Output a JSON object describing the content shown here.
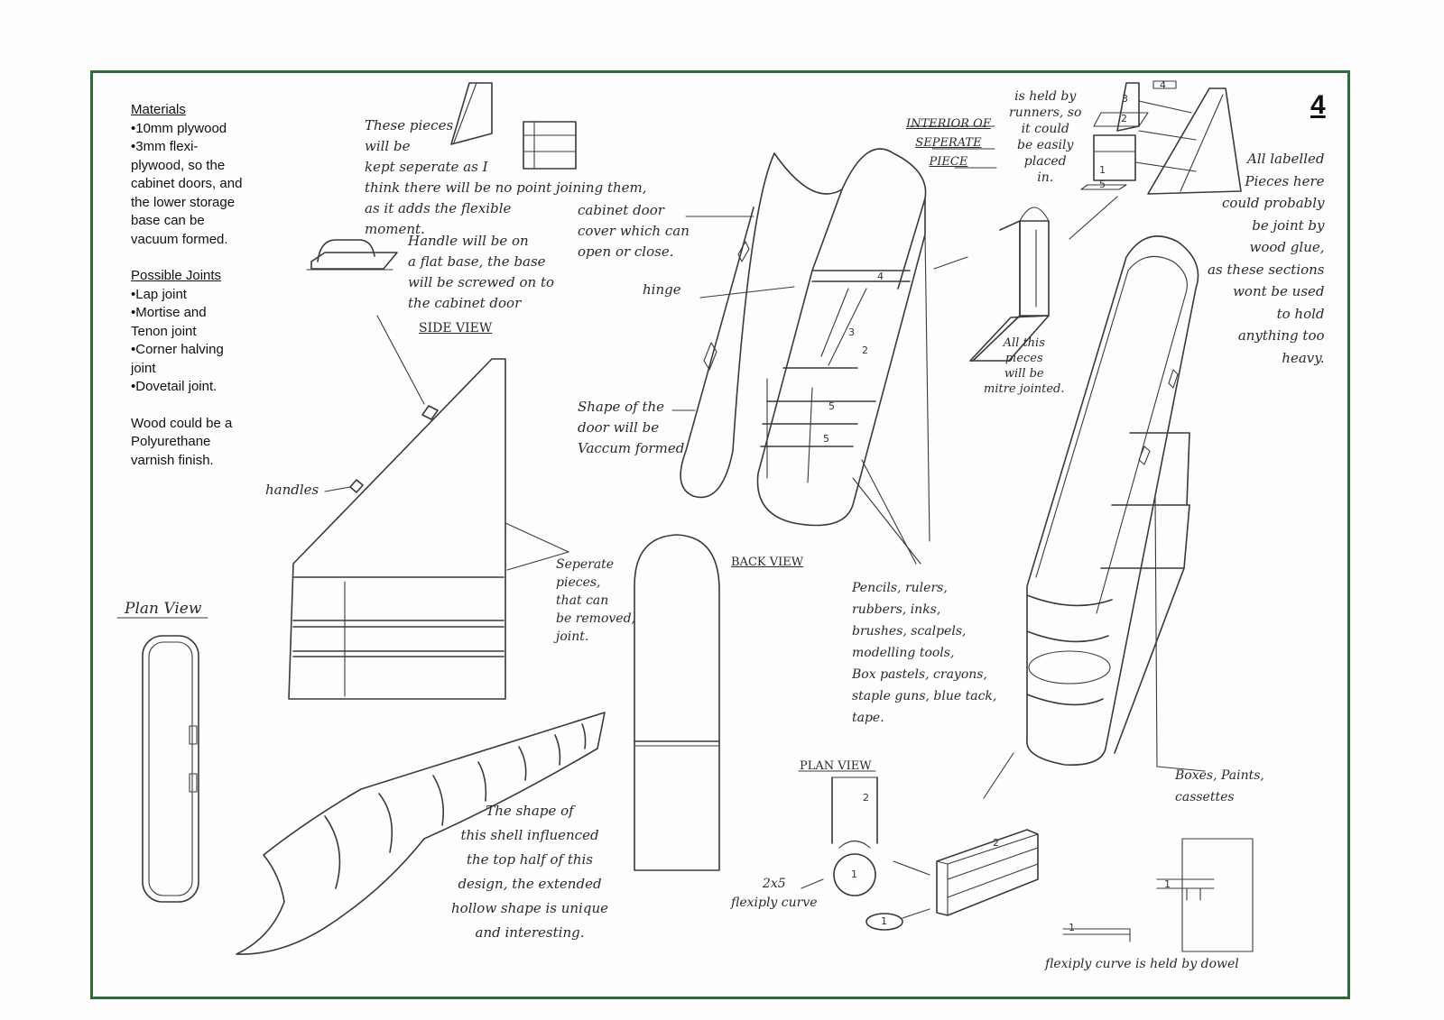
{
  "page_number": "4",
  "materials": {
    "heading": "Materials",
    "items": [
      "•10mm plywood",
      "•3mm flexi-plywood, so the cabinet doors, and the lower storage base can be vacuum formed."
    ]
  },
  "joints": {
    "heading": "Possible Joints",
    "items": [
      "•Lap joint",
      "•Mortise and Tenon joint",
      "•Corner halving joint",
      "•Dovetail joint."
    ]
  },
  "finish_note": "Wood could be a Polyurethane varnish finish.",
  "notes": {
    "separate_pieces": "These pieces\nwill be\nkept seperate as I\nthink there will be no point joining them,\nas it adds the flexible\nmoment.",
    "handle": "Handle will be on\na flat base, the base\nwill be screwed on to\nthe cabinet door",
    "cabinet_door": "cabinet door\ncover which can\nopen or close.",
    "hinge": "hinge",
    "door_shape": "Shape of the\ndoor will be\nVaccum formed",
    "interior": "INTERIOR OF\nSEPERATE\nPIECE",
    "runners": "is held by\nrunners, so\nit could\nbe easily\nplaced\nin.",
    "labelled": "All labelled\nPieces here\ncould probably\nbe joint by\nwood glue,\nas these sections\nwont be used\nto hold\nanything too\nheavy.",
    "mitre": "All this\npieces\nwill be\nmitre jointed.",
    "handles": "handles",
    "removable": "Seperate\npieces,\nthat can\nbe removed,\njoint.",
    "stationery": "Pencils, rulers,\nrubbers, inks,\nbrushes, scalpels,\nmodelling tools,\nBox pastels, crayons,\nstaple guns, blue tack,\ntape.",
    "boxes": "Boxes, Paints,\ncassettes",
    "shell": "The shape of\nthis shell influenced\nthe top half of this\ndesign, the extended\nhollow shape is unique\nand interesting.",
    "flexiply_curve": "2x5\nflexiply curve",
    "dowel": "flexiply curve is held by dowel"
  },
  "views": {
    "plan_view_left": "Plan View",
    "side_view": "SIDE VIEW",
    "back_view": "BACK VIEW",
    "plan_view_small": "PLAN VIEW"
  },
  "piece_numbers": [
    "1",
    "2",
    "3",
    "4",
    "5"
  ],
  "colors": {
    "frame": "#2f6b3a",
    "shell_light": "#f0b25a",
    "shell_dark": "#8a4316"
  }
}
